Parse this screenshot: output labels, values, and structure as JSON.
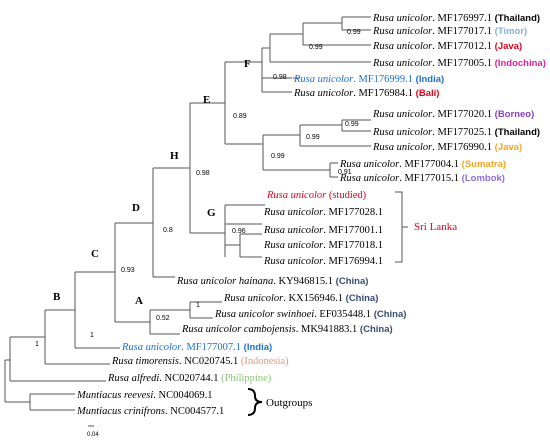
{
  "colors": {
    "black": "#000000",
    "lightblue": "#7fb2e3",
    "red": "#e3001b",
    "magenta": "#e0249a",
    "blue": "#1f6fd2",
    "purple": "#8a3fc8",
    "orange": "#f5a623",
    "lavender": "#8e6de0",
    "navy": "#3a4a73",
    "salmon": "#e8957a",
    "green": "#8fc27a"
  },
  "taxa": [
    {
      "id": "t1",
      "species": "Rusa unicolor",
      "acc": ". MF176997.1",
      "region": "(Thailand)",
      "region_color": "#000000"
    },
    {
      "id": "t2",
      "species": "Rusa unicolor",
      "acc": ". MF177017.1",
      "region": "(Timor)",
      "region_color": "#7fb2e3"
    },
    {
      "id": "t3",
      "species": "Rusa unicolor",
      "acc": ". MF177012.1",
      "region": "(Java)",
      "region_color": "#e3001b"
    },
    {
      "id": "t4",
      "species": "Rusa unicolor",
      "acc": ". MF177005.1",
      "region": "(Indochina)",
      "region_color": "#e0249a"
    },
    {
      "id": "t5",
      "species": "Rusa unicolor",
      "acc": ". MF176999.1",
      "region": "(India)",
      "region_color": "#1f6fd2",
      "species_color": "#1f6fd2"
    },
    {
      "id": "t6",
      "species": "Rusa unicolor",
      "acc": ". MF176984.1",
      "region": "(Bali)",
      "region_color": "#e3001b"
    },
    {
      "id": "t7",
      "species": "Rusa unicolor",
      "acc": ". MF177020.1",
      "region": "(Borneo)",
      "region_color": "#8a3fc8"
    },
    {
      "id": "t8",
      "species": "Rusa unicolor",
      "acc": ". MF177025.1",
      "region": "(Thailand)",
      "region_color": "#000000"
    },
    {
      "id": "t9",
      "species": "Rusa unicolor",
      "acc": ". MF176990.1",
      "region": "(Java)",
      "region_color": "#f5a623"
    },
    {
      "id": "t10",
      "species": "Rusa unicolor",
      "acc": ". MF177004.1",
      "region": "(Sumatra)",
      "region_color": "#f5a623"
    },
    {
      "id": "t11",
      "species": "Rusa unicolor",
      "acc": ". MF177015.1",
      "region": "(Lombok)",
      "region_color": "#8e6de0"
    },
    {
      "id": "t12",
      "species": "Rusa unicolor",
      "acc": "",
      "region": "(studied)",
      "region_color": "#e3001b",
      "species_color": "#e3001b",
      "plain_region": true
    },
    {
      "id": "t13",
      "species": "Rusa unicolor",
      "acc": ". MF177028.1",
      "region": "",
      "region_color": "#000000"
    },
    {
      "id": "t14",
      "species": "Rusa unicolor",
      "acc": ". MF177001.1",
      "region": "",
      "region_color": "#000000"
    },
    {
      "id": "t15",
      "species": "Rusa unicolor",
      "acc": ". MF177018.1",
      "region": "",
      "region_color": "#000000"
    },
    {
      "id": "t16",
      "species": "Rusa unicolor",
      "acc": ". MF176994.1",
      "region": "",
      "region_color": "#000000"
    },
    {
      "id": "t17",
      "species": "Rusa unicolor hainana",
      "acc": ". KY946815.1",
      "region": "(China)",
      "region_color": "#3a4a73"
    },
    {
      "id": "t18",
      "species": "Rusa unicolor",
      "acc": ". KX156946.1",
      "region": "(China)",
      "region_color": "#3a4a73"
    },
    {
      "id": "t19",
      "species": "Rusa unicolor swinhoei",
      "acc": ". EF035448.1",
      "region": "(China)",
      "region_color": "#3a4a73"
    },
    {
      "id": "t20",
      "species": "Rusa unicolor cambojensis",
      "acc": ". MK941883.1",
      "region": "(China)",
      "region_color": "#3a4a73"
    },
    {
      "id": "t21",
      "species": "Rusa unicolor",
      "acc": ". MF177007.1",
      "region": "(India)",
      "region_color": "#1f6fd2",
      "species_color": "#1f6fd2"
    },
    {
      "id": "t22",
      "species": "Rusa timorensis",
      "acc": ". NC020745.1",
      "region": "(Indonesia)",
      "region_color": "#e8957a",
      "plain_region": true
    },
    {
      "id": "t23",
      "species": "Rusa alfredi",
      "acc": ". NC020744.1",
      "region": "(Philippine)",
      "region_color": "#8fc27a",
      "plain_region": true
    },
    {
      "id": "t24",
      "species": "Muntiacus reevesi",
      "acc": ". NC004069.1",
      "region": "",
      "region_color": "#000000"
    },
    {
      "id": "t25",
      "species": "Muntiacus crinifrons",
      "acc": ". NC004577.1",
      "region": "",
      "region_color": "#000000"
    }
  ],
  "bootstrap": {
    "b1": "0.99",
    "b2": "0.99",
    "b3": "0.98",
    "b4": "0.89",
    "b5": "0.99",
    "b6": "0.99",
    "b7": "0.91",
    "b8": "0.99",
    "b9": "0.98",
    "b10": "0.96",
    "b11": "0.8",
    "b12": "0.93",
    "b13": "1",
    "b14": "0.52",
    "b15": "1",
    "b16": "1"
  },
  "node_labels": {
    "F": "F",
    "E": "E",
    "H": "H",
    "D": "D",
    "G": "G",
    "C": "C",
    "A": "A",
    "B": "B"
  },
  "groups": {
    "sri_lanka": "Sri Lanka",
    "outgroups": "Outgroups"
  },
  "scale_label": "0.04"
}
